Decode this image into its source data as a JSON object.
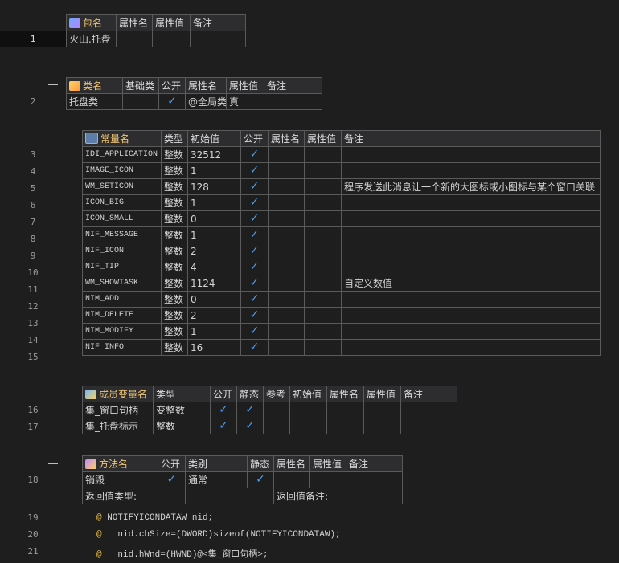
{
  "line_numbers": [
    "1",
    "2",
    "3",
    "4",
    "5",
    "6",
    "7",
    "8",
    "9",
    "10",
    "11",
    "12",
    "13",
    "14",
    "15",
    "16",
    "17",
    "18",
    "19",
    "20",
    "21"
  ],
  "package_table": {
    "headers": [
      "包名",
      "属性名",
      "属性值",
      "备注"
    ],
    "row": [
      "火山.托盘",
      "",
      "",
      ""
    ]
  },
  "class_table": {
    "headers": [
      "类名",
      "基础类",
      "公开",
      "属性名",
      "属性值",
      "备注"
    ],
    "row": {
      "name": "托盘类",
      "base": "",
      "public": true,
      "attr_name": "@全局类",
      "attr_value": "真",
      "note": ""
    }
  },
  "const_table": {
    "headers": [
      "常量名",
      "类型",
      "初始值",
      "公开",
      "属性名",
      "属性值",
      "备注"
    ],
    "rows": [
      {
        "name": "IDI_APPLICATION",
        "type": "整数",
        "value": "32512",
        "note": ""
      },
      {
        "name": "IMAGE_ICON",
        "type": "整数",
        "value": "1",
        "note": ""
      },
      {
        "name": "WM_SETICON",
        "type": "整数",
        "value": "128",
        "note": "程序发送此消息让一个新的大图标或小图标与某个窗口关联"
      },
      {
        "name": "ICON_BIG",
        "type": "整数",
        "value": "1",
        "note": ""
      },
      {
        "name": "ICON_SMALL",
        "type": "整数",
        "value": "0",
        "note": ""
      },
      {
        "name": "NIF_MESSAGE",
        "type": "整数",
        "value": "1",
        "note": ""
      },
      {
        "name": "NIF_ICON",
        "type": "整数",
        "value": "2",
        "note": ""
      },
      {
        "name": "NIF_TIP",
        "type": "整数",
        "value": "4",
        "note": ""
      },
      {
        "name": "WM_SHOWTASK",
        "type": "整数",
        "value": "1124",
        "note": "自定义数值"
      },
      {
        "name": "NIM_ADD",
        "type": "整数",
        "value": "0",
        "note": ""
      },
      {
        "name": "NIM_DELETE",
        "type": "整数",
        "value": "2",
        "note": ""
      },
      {
        "name": "NIM_MODIFY",
        "type": "整数",
        "value": "1",
        "note": ""
      },
      {
        "name": "NIF_INFO",
        "type": "整数",
        "value": "16",
        "note": ""
      }
    ]
  },
  "member_table": {
    "headers": [
      "成员变量名",
      "类型",
      "公开",
      "静态",
      "参考",
      "初始值",
      "属性名",
      "属性值",
      "备注"
    ],
    "rows": [
      {
        "name": "集_窗口句柄",
        "type": "变整数"
      },
      {
        "name": "集_托盘标示",
        "type": "整数"
      }
    ]
  },
  "method_table": {
    "headers": [
      "方法名",
      "公开",
      "类别",
      "静态",
      "属性名",
      "属性值",
      "备注"
    ],
    "row": {
      "name": "销毁",
      "category": "通常"
    },
    "return_type_label": "返回值类型:",
    "return_note_label": "返回值备注:"
  },
  "code_lines": [
    {
      "prefix": "@",
      "text": " NOTIFYICONDATAW nid;"
    },
    {
      "prefix": "@",
      "text": "   nid.cbSize=(DWORD)sizeof(NOTIFYICONDATAW);"
    },
    {
      "prefix": "@",
      "text": "   nid.hWnd=(HWND)@<集_窗口句柄>;"
    }
  ],
  "check_glyph": "✓"
}
